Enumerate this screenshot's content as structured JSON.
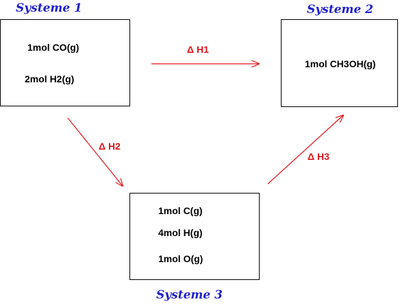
{
  "systems": [
    {
      "title": "Systeme 1",
      "species": [
        "1mol CO(g)",
        "2mol H2(g)"
      ]
    },
    {
      "title": "Systeme 2",
      "species": [
        "1mol CH3OH(g)"
      ]
    },
    {
      "title": "Systeme 3",
      "species": [
        "1mol C(g)",
        "4mol H(g)",
        "1mol O(g)"
      ]
    }
  ],
  "enthalpies": {
    "h1": "Δ H1",
    "h2": "Δ H2",
    "h3": "Δ H3"
  },
  "colors": {
    "title": "#1f22c8",
    "arrow": "#e0141a",
    "box_border": "#000000"
  }
}
